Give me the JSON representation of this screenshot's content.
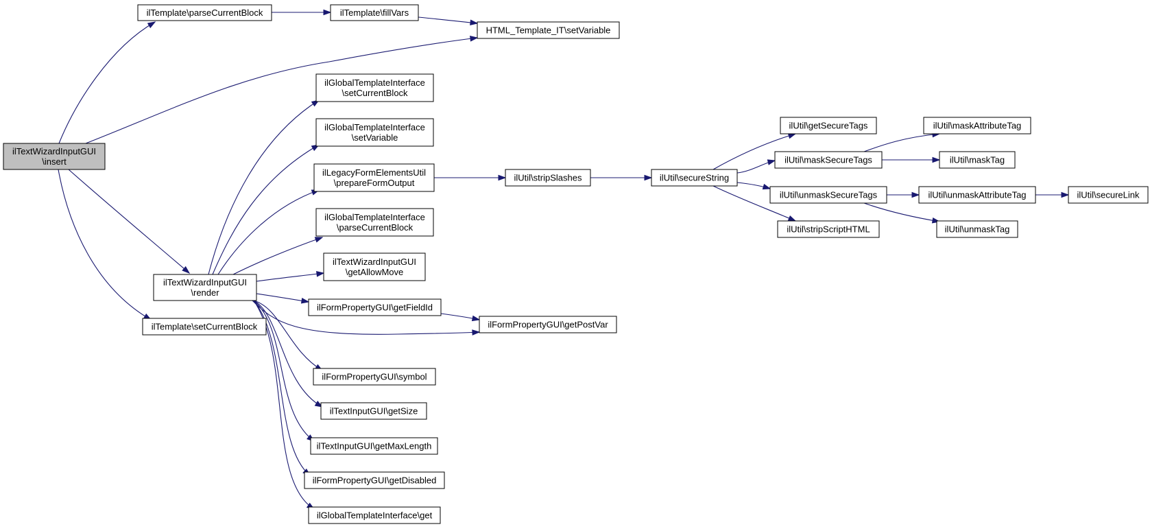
{
  "colors": {
    "edge": "#191970",
    "node_fill": "#ffffff",
    "root_fill": "#bfbfbf",
    "node_border": "#000000"
  },
  "nodes": [
    {
      "id": "root",
      "lines": [
        "ilTextWizardInputGUI",
        "\\insert"
      ],
      "root": true
    },
    {
      "id": "parseCurrentBlock",
      "lines": [
        "ilTemplate\\parseCurrentBlock"
      ]
    },
    {
      "id": "fillVars",
      "lines": [
        "ilTemplate\\fillVars"
      ]
    },
    {
      "id": "setVariableIT",
      "lines": [
        "HTML_Template_IT\\setVariable"
      ]
    },
    {
      "id": "gtiSetCurrentBlock",
      "lines": [
        "ilGlobalTemplateInterface",
        "\\setCurrentBlock"
      ]
    },
    {
      "id": "gtiSetVariable",
      "lines": [
        "ilGlobalTemplateInterface",
        "\\setVariable"
      ]
    },
    {
      "id": "prepareFormOutput",
      "lines": [
        "ilLegacyFormElementsUtil",
        "\\prepareFormOutput"
      ]
    },
    {
      "id": "gtiParseCurrentBlock",
      "lines": [
        "ilGlobalTemplateInterface",
        "\\parseCurrentBlock"
      ]
    },
    {
      "id": "getAllowMove",
      "lines": [
        "ilTextWizardInputGUI",
        "\\getAllowMove"
      ]
    },
    {
      "id": "render",
      "lines": [
        "ilTextWizardInputGUI",
        "\\render"
      ]
    },
    {
      "id": "getFieldId",
      "lines": [
        "ilFormPropertyGUI\\getFieldId"
      ]
    },
    {
      "id": "getPostVar",
      "lines": [
        "ilFormPropertyGUI\\getPostVar"
      ]
    },
    {
      "id": "tplSetCurrentBlock",
      "lines": [
        "ilTemplate\\setCurrentBlock"
      ]
    },
    {
      "id": "symbol",
      "lines": [
        "ilFormPropertyGUI\\symbol"
      ]
    },
    {
      "id": "getSize",
      "lines": [
        "ilTextInputGUI\\getSize"
      ]
    },
    {
      "id": "getMaxLength",
      "lines": [
        "ilTextInputGUI\\getMaxLength"
      ]
    },
    {
      "id": "getDisabled",
      "lines": [
        "ilFormPropertyGUI\\getDisabled"
      ]
    },
    {
      "id": "gtiGet",
      "lines": [
        "ilGlobalTemplateInterface\\get"
      ]
    },
    {
      "id": "stripSlashes",
      "lines": [
        "ilUtil\\stripSlashes"
      ]
    },
    {
      "id": "secureString",
      "lines": [
        "ilUtil\\secureString"
      ]
    },
    {
      "id": "getSecureTags",
      "lines": [
        "ilUtil\\getSecureTags"
      ]
    },
    {
      "id": "maskSecureTags",
      "lines": [
        "ilUtil\\maskSecureTags"
      ]
    },
    {
      "id": "unmaskSecureTags",
      "lines": [
        "ilUtil\\unmaskSecureTags"
      ]
    },
    {
      "id": "stripScriptHTML",
      "lines": [
        "ilUtil\\stripScriptHTML"
      ]
    },
    {
      "id": "maskAttributeTag",
      "lines": [
        "ilUtil\\maskAttributeTag"
      ]
    },
    {
      "id": "maskTag",
      "lines": [
        "ilUtil\\maskTag"
      ]
    },
    {
      "id": "unmaskAttributeTag",
      "lines": [
        "ilUtil\\unmaskAttributeTag"
      ]
    },
    {
      "id": "unmaskTag",
      "lines": [
        "ilUtil\\unmaskTag"
      ]
    },
    {
      "id": "secureLink",
      "lines": [
        "ilUtil\\secureLink"
      ]
    }
  ],
  "edges": [
    {
      "from": "root",
      "to": "parseCurrentBlock"
    },
    {
      "from": "root",
      "to": "setVariableIT"
    },
    {
      "from": "root",
      "to": "render"
    },
    {
      "from": "root",
      "to": "tplSetCurrentBlock"
    },
    {
      "from": "parseCurrentBlock",
      "to": "fillVars"
    },
    {
      "from": "fillVars",
      "to": "setVariableIT"
    },
    {
      "from": "render",
      "to": "gtiSetCurrentBlock"
    },
    {
      "from": "render",
      "to": "gtiSetVariable"
    },
    {
      "from": "render",
      "to": "prepareFormOutput"
    },
    {
      "from": "render",
      "to": "gtiParseCurrentBlock"
    },
    {
      "from": "render",
      "to": "getAllowMove"
    },
    {
      "from": "render",
      "to": "getFieldId"
    },
    {
      "from": "render",
      "to": "getPostVar"
    },
    {
      "from": "render",
      "to": "symbol"
    },
    {
      "from": "render",
      "to": "getSize"
    },
    {
      "from": "render",
      "to": "getMaxLength"
    },
    {
      "from": "render",
      "to": "getDisabled"
    },
    {
      "from": "render",
      "to": "gtiGet"
    },
    {
      "from": "getFieldId",
      "to": "getPostVar"
    },
    {
      "from": "prepareFormOutput",
      "to": "stripSlashes"
    },
    {
      "from": "stripSlashes",
      "to": "secureString"
    },
    {
      "from": "secureString",
      "to": "getSecureTags"
    },
    {
      "from": "secureString",
      "to": "maskSecureTags"
    },
    {
      "from": "secureString",
      "to": "unmaskSecureTags"
    },
    {
      "from": "secureString",
      "to": "stripScriptHTML"
    },
    {
      "from": "maskSecureTags",
      "to": "maskAttributeTag"
    },
    {
      "from": "maskSecureTags",
      "to": "maskTag"
    },
    {
      "from": "unmaskSecureTags",
      "to": "unmaskAttributeTag"
    },
    {
      "from": "unmaskSecureTags",
      "to": "unmaskTag"
    },
    {
      "from": "unmaskAttributeTag",
      "to": "secureLink"
    }
  ]
}
